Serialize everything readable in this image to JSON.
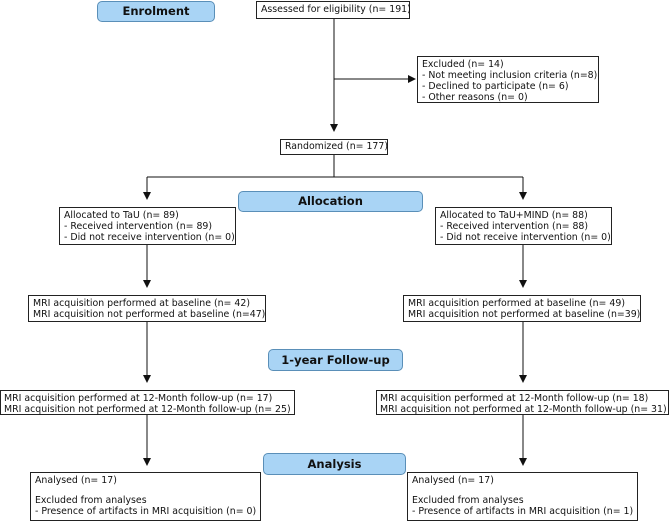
{
  "stages": {
    "enrolment": "Enrolment",
    "allocation": "Allocation",
    "followup": "1-year Follow-up",
    "analysis": "Analysis"
  },
  "assessed": "Assessed for eligibility (n= 191)",
  "excluded": {
    "title": "Excluded (n= 14)",
    "reasons": [
      "- Not meeting inclusion criteria (n=8)",
      "- Declined to participate (n= 6)",
      "- Other reasons (n= 0)"
    ]
  },
  "randomized": "Randomized (n= 177)",
  "left": {
    "allocated": "Allocated to TaU (n= 89)",
    "received": "- Received intervention (n= 89)",
    "not_received": "- Did not receive intervention (n= 0)",
    "mri_baseline_yes": "MRI acquisition performed at baseline (n= 42)",
    "mri_baseline_no": "MRI acquisition not performed at baseline (n=47)",
    "mri_followup_yes": "MRI acquisition performed at 12-Month follow-up (n= 17)",
    "mri_followup_no": "MRI acquisition not performed at 12-Month follow-up (n= 25)",
    "analysed": "Analysed (n= 17)",
    "excluded_title": "Excluded from analyses",
    "excluded_reason": "- Presence of artifacts in MRI acquisition (n= 0)"
  },
  "right": {
    "allocated": "Allocated to TaU+MIND (n= 88)",
    "received": "- Received intervention (n= 88)",
    "not_received": "- Did not receive intervention (n= 0)",
    "mri_baseline_yes": "MRI acquisition performed at baseline (n= 49)",
    "mri_baseline_no": "MRI acquisition not performed at baseline (n=39)",
    "mri_followup_yes": "MRI acquisition performed at 12-Month follow-up (n= 18)",
    "mri_followup_no": "MRI acquisition not performed at 12-Month follow-up (n= 31)",
    "analysed": "Analysed (n= 17)",
    "excluded_title": "Excluded from analyses",
    "excluded_reason": "- Presence of artifacts in MRI acquisition (n= 1)"
  }
}
